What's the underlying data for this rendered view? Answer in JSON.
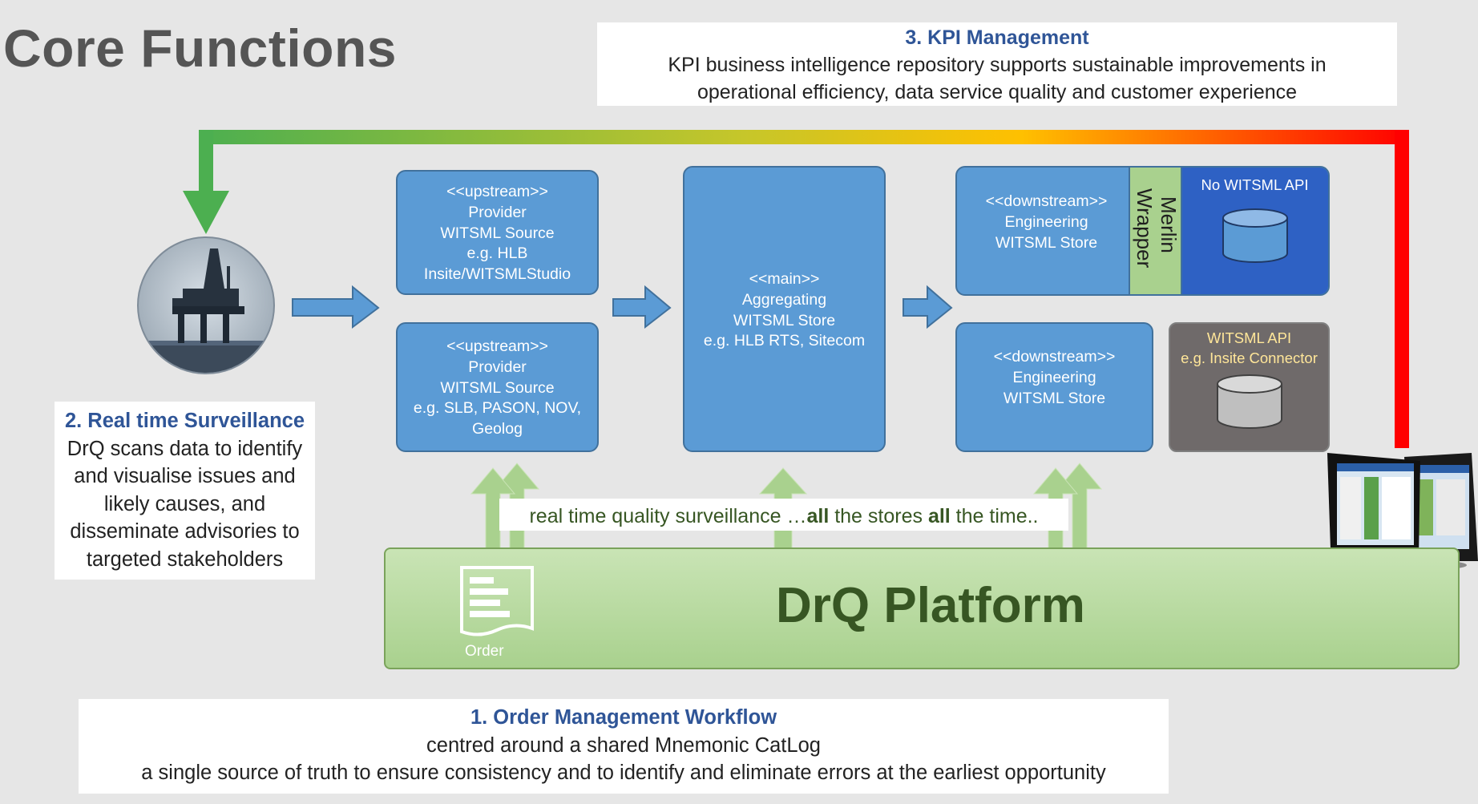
{
  "title": "Core Functions",
  "kpi": {
    "heading": "3. KPI Management",
    "line1": "KPI business intelligence repository supports sustainable improvements in",
    "line2": "operational efficiency, data service quality and customer experience"
  },
  "surveillance": {
    "heading": "2. Real time Surveillance",
    "lines": [
      "DrQ scans data to identify",
      "and visualise issues and",
      "likely causes, and",
      "disseminate advisories to",
      "targeted stakeholders"
    ]
  },
  "order_mgmt": {
    "heading": "1.  Order Management Workflow",
    "line1": "centred around a shared Mnemonic CatLog",
    "line2": "a single source of truth to ensure consistency and to identify and eliminate errors at the earliest opportunity"
  },
  "upstream1": [
    "<<upstream>>",
    "Provider",
    "WITSML Source",
    "e.g. HLB",
    "Insite/WITSMLStudio"
  ],
  "upstream2": [
    "<<upstream>>",
    "Provider",
    "WITSML Source",
    "e.g. SLB, PASON, NOV,",
    "Geolog"
  ],
  "main_store": [
    "<<main>>",
    "Aggregating",
    "WITSML Store",
    "e.g. HLB RTS, Sitecom"
  ],
  "downstream1": [
    "<<downstream>>",
    "Engineering",
    "WITSML Store"
  ],
  "downstream2": [
    "<<downstream>>",
    "Engineering",
    "WITSML Store"
  ],
  "merlin": {
    "line1": "Merlin",
    "line2": "Wrapper"
  },
  "no_api": "No WITSML API",
  "witsml_api": {
    "line1": "WITSML API",
    "line2": "e.g. Insite Connector"
  },
  "surveillance_banner": {
    "pre": "real time quality surveillance …",
    "b1": "all",
    "mid": " the stores ",
    "b2": "all",
    "post": " the time.."
  },
  "platform": "DrQ Platform",
  "order_icon_label": "Order",
  "colors": {
    "box_blue": "#5b9bd5",
    "platform_green": "#a9d18e",
    "heading_blue": "#2f5597",
    "feedback_gradient": [
      "#4caf50",
      "#ffc000",
      "#ff0000"
    ]
  }
}
